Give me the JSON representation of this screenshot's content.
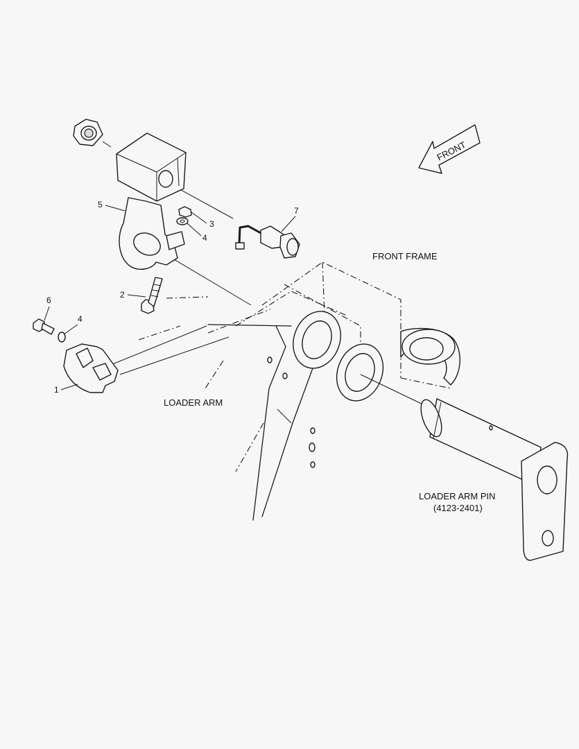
{
  "labels": {
    "front_frame": "FRONT FRAME",
    "loader_arm": "LOADER ARM",
    "loader_arm_pin": "LOADER ARM PIN",
    "loader_arm_pin_ref": "(4123-2401)",
    "front_arrow": "FRONT"
  },
  "callouts": {
    "c1": "1",
    "c2": "2",
    "c3": "3",
    "c4a": "4",
    "c4b": "4",
    "c5": "5",
    "c6": "6",
    "c7": "7"
  }
}
